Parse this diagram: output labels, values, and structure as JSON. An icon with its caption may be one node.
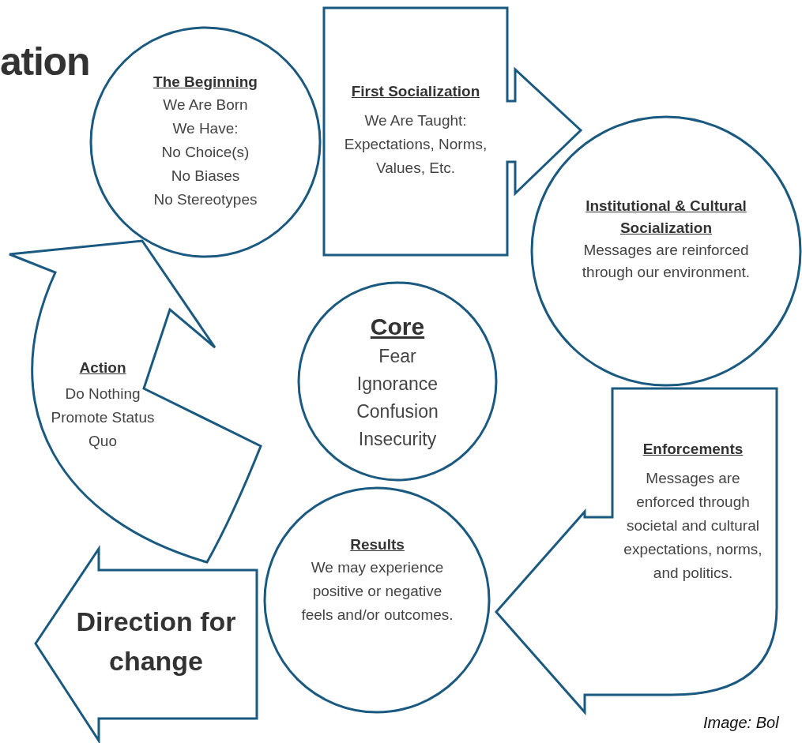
{
  "diagram": {
    "title": "ation",
    "nodes": [
      {
        "text": [
          "The Beginning",
          "We Are Born",
          "We Have:",
          "No Choice(s)",
          "No Biases",
          "No Stereotypes"
        ]
      },
      {
        "text": [
          "First Socialization",
          "We Are Taught:",
          "Expectations, Norms, Values, Etc."
        ]
      },
      {
        "text": [
          "Institutional & Cultural Socialization",
          "Messages are reinforced through our environment."
        ]
      },
      {
        "text": [
          "Core",
          "Fear",
          "Ignorance",
          "Confusion",
          "Insecurity"
        ]
      },
      {
        "text": [
          "Enforcements",
          "Messages are enforced through societal and cultural expectations, norms, and politics."
        ]
      },
      {
        "text": [
          "Results",
          "We may experience positive or negative feels and/or outcomes."
        ]
      },
      {
        "text": [
          "Action",
          "Do Nothing",
          "Promote Status Quo"
        ]
      },
      {
        "text": [
          "Direction for change"
        ]
      }
    ],
    "labels": [
      "Image: Bol"
    ]
  }
}
